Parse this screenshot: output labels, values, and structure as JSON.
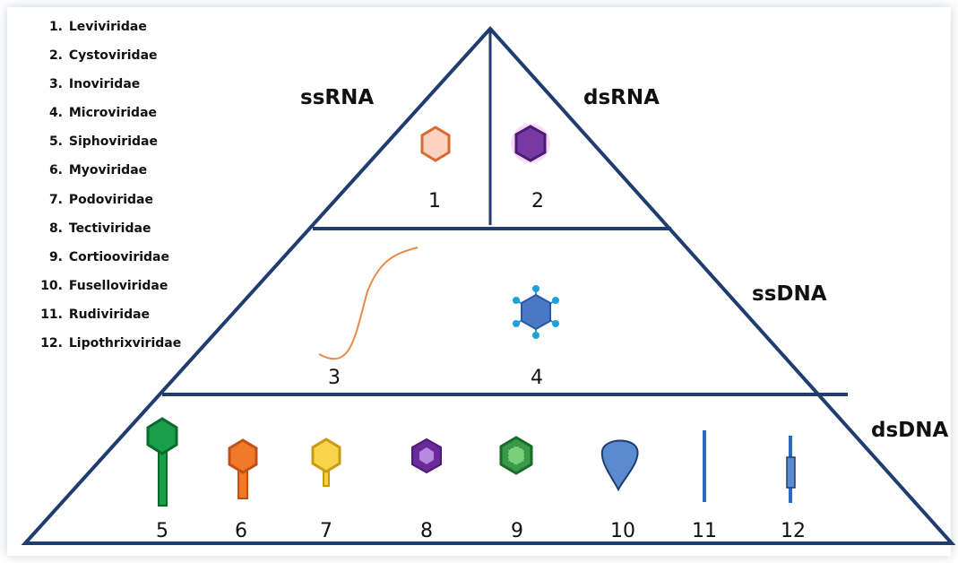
{
  "legend": [
    {
      "number": "1.",
      "name": "Leviviridae"
    },
    {
      "number": "2.",
      "name": "Cystoviridae"
    },
    {
      "number": "3.",
      "name": "Inoviridae"
    },
    {
      "number": "4.",
      "name": "Microviridae"
    },
    {
      "number": "5.",
      "name": "Siphoviridae"
    },
    {
      "number": "6.",
      "name": "Myoviridae"
    },
    {
      "number": "7.",
      "name": "Podoviridae"
    },
    {
      "number": "8.",
      "name": "Tectiviridae"
    },
    {
      "number": "9.",
      "name": "Cortiooviridae"
    },
    {
      "number": "10.",
      "name": "Fuselloviridae"
    },
    {
      "number": "11.",
      "name": "Rudiviridae"
    },
    {
      "number": "12.",
      "name": "Lipothrixviridae"
    }
  ],
  "tiers": {
    "ssrna": "ssRNA",
    "dsrna": "dsRNA",
    "ssdna": "ssDNA",
    "dsdna": "dsDNA"
  },
  "numbers": [
    "1",
    "2",
    "3",
    "4",
    "5",
    "6",
    "7",
    "8",
    "9",
    "10",
    "11",
    "12"
  ],
  "colors": {
    "outline": "#1f3d6e",
    "leviviridae": "#d9692c",
    "cystoviridae": "#5b2a86",
    "inoviridae": "#e88a4a",
    "microviridae": "#4a78c4",
    "siphoviridae": "#1a9a3c",
    "myoviridae": "#f07a2a",
    "podoviridae": "#e8c020",
    "tectiviridae": "#6a2a9a",
    "cortiooviridae": "#2a8a3a",
    "fuselloviridae": "#5a8ad0",
    "rudiviridae": "#2a6ac4"
  },
  "icons": [
    "hexagon-capsid-icon",
    "tailed-phage-icon",
    "filament-icon",
    "lemon-shape-icon",
    "rod-icon"
  ]
}
